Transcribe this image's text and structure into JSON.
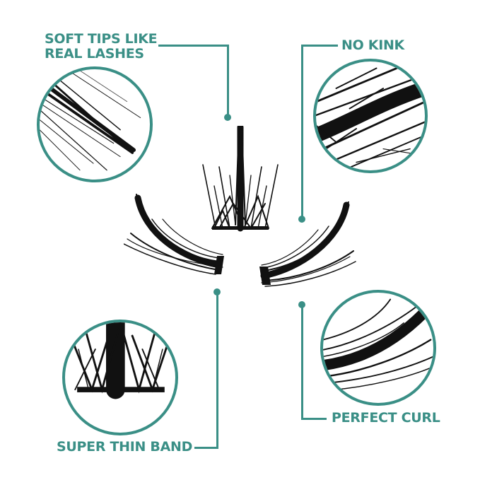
{
  "theme": {
    "accent": "#3a8f86",
    "lash": "#111111",
    "background": "#ffffff"
  },
  "features": {
    "soft_tips": {
      "line1": "SOFT TIPS LIKE",
      "line2": "REAL LASHES",
      "icon": "soft-tip-lash-closeup"
    },
    "no_kink": {
      "label": "NO KINK",
      "icon": "no-kink-lash-closeup"
    },
    "super_thin_band": {
      "label": "SUPER THIN BAND",
      "icon": "thin-band-lash-closeup"
    },
    "perfect_curl": {
      "label": "PERFECT CURL",
      "icon": "curl-lash-closeup"
    }
  },
  "product": {
    "pieces": [
      "center-lash-cluster",
      "left-lash-cluster",
      "right-lash-cluster"
    ]
  }
}
